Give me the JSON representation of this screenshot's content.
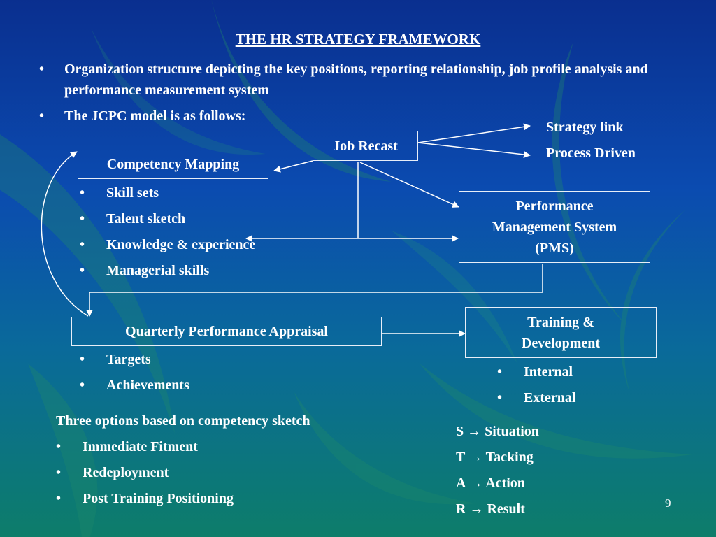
{
  "title": "THE HR STRATEGY FRAMEWORK",
  "intro_bullets": [
    "Organization structure depicting the key positions, reporting relationship, job profile analysis and performance measurement system",
    "The JCPC model is as follows:"
  ],
  "nodes": {
    "job_recast": "Job Recast",
    "competency_mapping": "Competency Mapping",
    "pms_line1": "Performance",
    "pms_line2": "Management System",
    "pms_line3": "(PMS)",
    "qpa": "Quarterly Performance Appraisal",
    "td_line1": "Training &",
    "td_line2": "Development",
    "strategy_link": "Strategy link",
    "process_driven": "Process Driven"
  },
  "competency_items": [
    "Skill sets",
    "Talent sketch",
    "Knowledge & experience",
    "Managerial skills"
  ],
  "qpa_items": [
    "Targets",
    "Achievements"
  ],
  "td_items": [
    "Internal",
    "External"
  ],
  "options": {
    "heading": "Three options based on competency sketch",
    "items": [
      "Immediate Fitment",
      "Redeployment",
      "Post Training Positioning"
    ]
  },
  "star": [
    {
      "letter": "S",
      "arrow": "→",
      "word": "Situation"
    },
    {
      "letter": "T",
      "arrow": "→",
      "word": "Tacking"
    },
    {
      "letter": "A",
      "arrow": "→",
      "word": "Action"
    },
    {
      "letter": "R",
      "arrow": "→",
      "word": "Result"
    }
  ],
  "bullet_glyph": "•",
  "page_number": "9"
}
